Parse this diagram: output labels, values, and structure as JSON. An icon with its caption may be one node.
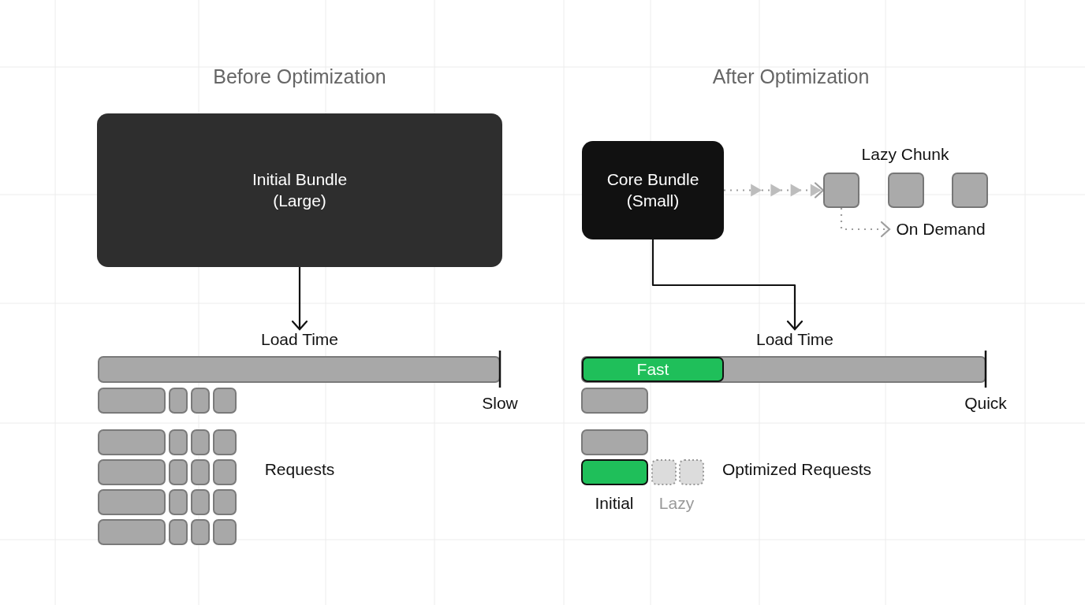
{
  "diagram": {
    "nodes": [
      {
        "text": [
          "Initial Bundle (Large)"
        ]
      },
      {
        "text": [
          "Core Bundle (Small)"
        ]
      },
      {
        "text": [],
        "shape": "box"
      },
      {
        "text": [],
        "shape": "box"
      },
      {
        "text": [],
        "shape": "box"
      },
      {
        "text": [
          "On Demand"
        ]
      },
      {
        "text": [
          "Load Time"
        ]
      },
      {
        "text": [
          "Load Time"
        ]
      },
      {
        "text": [
          "Fast"
        ]
      }
    ],
    "edges": [
      {
        "from": 0,
        "to": 6,
        "arrow": "to"
      },
      {
        "from": 1,
        "to": 2,
        "arrow": "to",
        "style": "dashed",
        "color": "#9e9e9e"
      },
      {
        "from": 2,
        "to": 5,
        "arrow": "to",
        "style": "dashed",
        "color": "#9e9e9e"
      },
      {
        "from": 1,
        "to": 7,
        "arrow": "to"
      }
    ],
    "labels": [
      "Before Optimization",
      "After Optimization",
      "Lazy Chunk",
      "Slow",
      "Quick",
      "Requests",
      "Optimized Requests",
      "Initial",
      "Lazy"
    ]
  }
}
